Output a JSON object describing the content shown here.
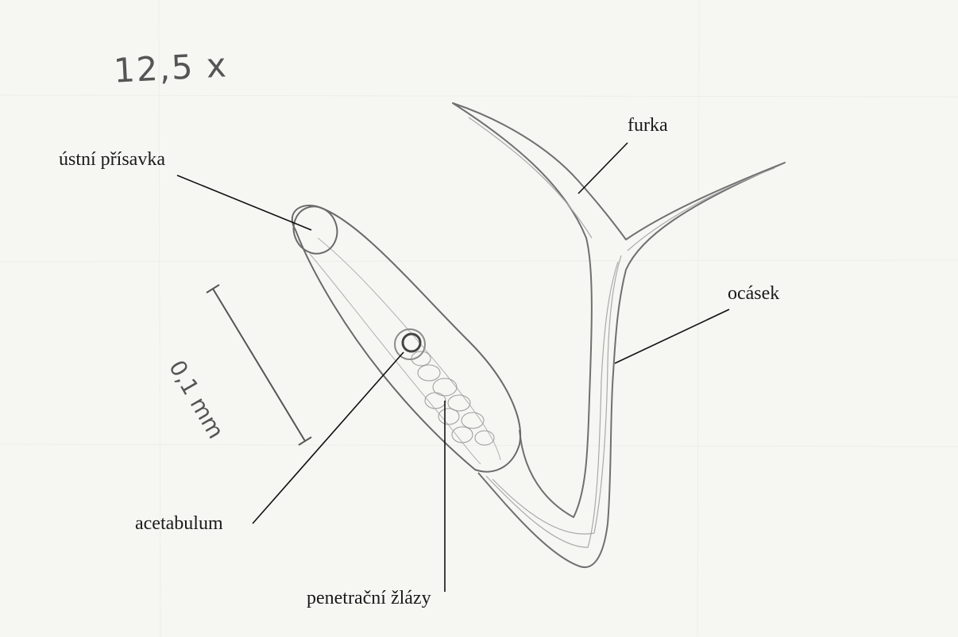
{
  "magnification": "12,5 x",
  "scale_bar": {
    "label": "0,1 mm"
  },
  "labels": {
    "oral_sucker": "ústní přísavka",
    "furca": "furka",
    "tail": "ocásek",
    "acetabulum": "acetabulum",
    "penetration_glands": "penetrační žlázy"
  },
  "colors": {
    "paper": "#f6f7f3",
    "pencil": "#6f6f6f",
    "pencil_light": "#a8a8a8",
    "ink": "#1a1a1a"
  }
}
